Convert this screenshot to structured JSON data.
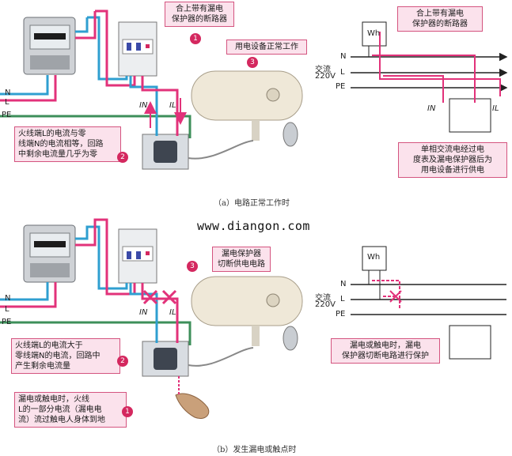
{
  "top": {
    "callout1": "合上带有漏电\n保护器的断路器",
    "callout2": "火线端L的电流与零\n线端N的电流相等，回路\n中剩余电流量几乎为零",
    "callout3": "用电设备正常工作",
    "num1": "1",
    "num2": "2",
    "num3": "3",
    "schematic_callout_top": "合上带有漏电\n保护器的断路器",
    "schematic_callout_bottom": "单相交流电经过电\n度表及漏电保护器后为\n用电设备进行供电",
    "caption": "（a）电路正常工作时"
  },
  "bottom": {
    "callout1": "漏电或触电时，火线\nL的一部分电流（漏电电\n流）流过触电人身体到地",
    "callout2": "火线端L的电流大于\n零线端N的电流，回路中\n产生剩余电流量",
    "callout3": "漏电保护器\n切断供电电路",
    "num1": "1",
    "num2": "2",
    "num3": "3",
    "schematic_callout": "漏电或触电时，漏电\n保护器切断电路进行保护",
    "caption": "（b）发生漏电或触点时"
  },
  "labels": {
    "N": "N",
    "L": "L",
    "PE": "PE",
    "meter": "Wh",
    "ac": "交流",
    "voltage": "220V",
    "IN": "IN",
    "IL": "IL"
  },
  "website": "www.diangon.com",
  "colors": {
    "callout_fill": "#fbe2ec",
    "accent": "#d4285f",
    "live_wire": "#e2327a",
    "neutral_wire": "#2f9fd0",
    "pe_wire": "#3d8f5a"
  }
}
